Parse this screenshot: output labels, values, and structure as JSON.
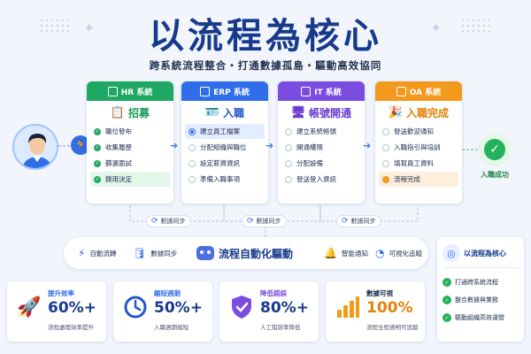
{
  "header": {
    "title": "以流程為核心",
    "subtitle": "跨系統流程整合・打通數據孤島・驅動高效協同"
  },
  "cards": [
    {
      "system": "HR 系統",
      "stage": "招募",
      "color": "#1fa864",
      "accent": "#1b9a5a",
      "steps": [
        {
          "label": "職位發布",
          "state": "done"
        },
        {
          "label": "收集履歷",
          "state": "done"
        },
        {
          "label": "篩選面試",
          "state": "done"
        },
        {
          "label": "錄用決定",
          "state": "active"
        }
      ]
    },
    {
      "system": "ERP 系統",
      "stage": "入職",
      "color": "#2f6ee8",
      "accent": "#2359c9",
      "steps": [
        {
          "label": "建立員工檔案",
          "state": "active"
        },
        {
          "label": "分配組織與職位",
          "state": "todo"
        },
        {
          "label": "設定薪資資訊",
          "state": "todo"
        },
        {
          "label": "準備入職事項",
          "state": "todo"
        }
      ]
    },
    {
      "system": "IT 系統",
      "stage": "帳號開通",
      "color": "#7a4de0",
      "accent": "#6a3fcf",
      "steps": [
        {
          "label": "建立系統帳號",
          "state": "todo"
        },
        {
          "label": "開通權限",
          "state": "todo"
        },
        {
          "label": "分配設備",
          "state": "todo"
        },
        {
          "label": "發送登入資訊",
          "state": "todo"
        }
      ]
    },
    {
      "system": "OA 系統",
      "stage": "入職完成",
      "color": "#f39a1e",
      "accent": "#e0830a",
      "steps": [
        {
          "label": "發送歡迎通知",
          "state": "todo"
        },
        {
          "label": "入職指引與培訓",
          "state": "todo"
        },
        {
          "label": "填寫員工資料",
          "state": "todo"
        },
        {
          "label": "流程完成",
          "state": "active"
        }
      ]
    }
  ],
  "final": {
    "label": "入職成功"
  },
  "sync": {
    "label": "數據同步"
  },
  "automation": {
    "title": "流程自動化驅動",
    "features": [
      {
        "icon": "lightning-icon",
        "label": "自動流轉"
      },
      {
        "icon": "database-icon",
        "label": "數據同步"
      },
      {
        "icon": "bell-icon",
        "label": "智能通知"
      },
      {
        "icon": "pie-chart-icon",
        "label": "可視化追蹤"
      }
    ]
  },
  "stats": [
    {
      "icon": "rocket-icon",
      "label": "提升效率",
      "value": "60%+",
      "desc": "流程處理效率提升",
      "color": "#2f6ee8"
    },
    {
      "icon": "clock-icon",
      "label": "縮短週期",
      "value": "50%+",
      "desc": "入職週期縮短",
      "color": "#2f6ee8"
    },
    {
      "icon": "shield-check-icon",
      "label": "降低錯誤",
      "value": "80%+",
      "desc": "人工錯誤率降低",
      "color": "#7a4de0"
    },
    {
      "icon": "bar-chart-icon",
      "label": "數據可視",
      "value": "100%",
      "desc": "流程全程透明可追蹤",
      "color": "#f39a1e"
    }
  ],
  "side": {
    "title": "以流程為核心",
    "items": [
      "打通跨系統流程",
      "整合數據與業務",
      "驅動組織高效運營"
    ]
  }
}
